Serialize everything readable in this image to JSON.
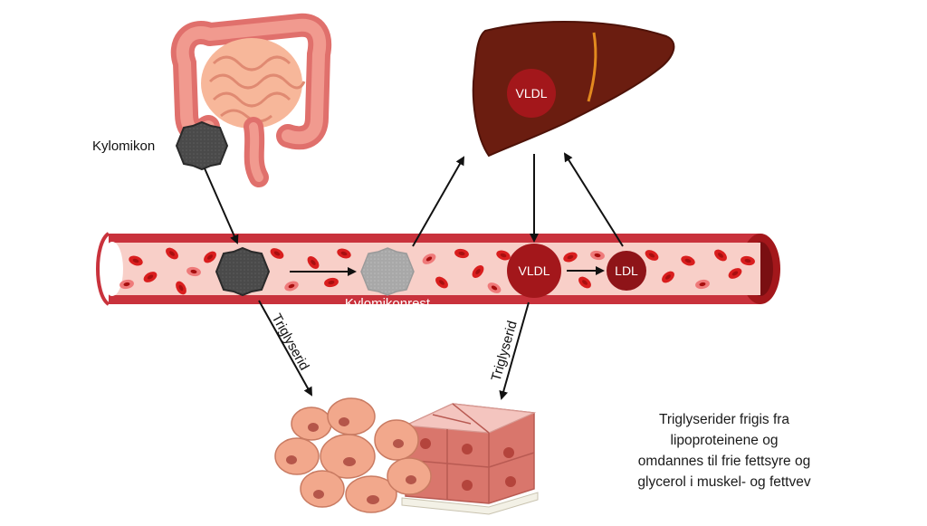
{
  "labels": {
    "chylomicron": "Kylomikon",
    "chylomicron_remnant": "Kylomikonrest",
    "vldl_liver": "VLDL",
    "vldl_vessel": "VLDL",
    "ldl": "LDL",
    "triglyceride_left": "Triglyserid",
    "triglyceride_right": "Triglyserid"
  },
  "caption": {
    "lines": [
      "Triglyserider frigis fra",
      "lipoproteinene og",
      "omdannes til frie fettsyre og",
      "glycerol i muskel- og fettvev"
    ]
  },
  "colors": {
    "vessel_wall": "#c9323c",
    "vessel_lumen": "#f8cfc8",
    "red_cell": "#d91e1e",
    "liver": "#6b1d10",
    "vldl": "#a3171b",
    "ldl": "#8e1418",
    "chylomicron": "#4a4a4a",
    "remnant": "#a8a8a8",
    "adipocyte": "#f2a88c",
    "muscle": "#d9766c"
  },
  "icons": {
    "intestine": "intestine-icon",
    "liver": "liver-icon",
    "vessel": "blood-vessel-icon",
    "tissue": "adipose-muscle-tissue-icon"
  }
}
